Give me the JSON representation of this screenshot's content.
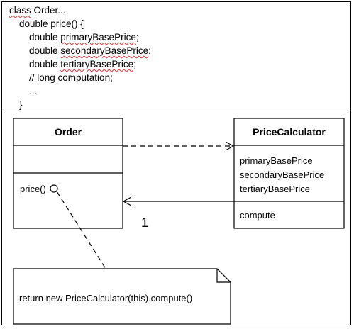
{
  "code": {
    "lines": [
      {
        "indent": 0,
        "parts": [
          {
            "t": "class",
            "sq": true
          },
          {
            "t": " Order..."
          }
        ]
      },
      {
        "indent": 1,
        "parts": [
          {
            "t": "double price() {"
          }
        ]
      },
      {
        "indent": 2,
        "parts": [
          {
            "t": "double "
          },
          {
            "t": "primaryBasePrice",
            "sq": true
          },
          {
            "t": ";"
          }
        ]
      },
      {
        "indent": 2,
        "parts": [
          {
            "t": "double "
          },
          {
            "t": "secondaryBasePrice",
            "sq": true
          },
          {
            "t": ";"
          }
        ]
      },
      {
        "indent": 2,
        "parts": [
          {
            "t": "double "
          },
          {
            "t": "tertiaryBasePrice",
            "sq": true
          },
          {
            "t": ";"
          }
        ]
      },
      {
        "indent": 2,
        "parts": [
          {
            "t": "// long computation;"
          }
        ]
      },
      {
        "indent": 2,
        "parts": [
          {
            "t": "..."
          }
        ]
      },
      {
        "indent": 1,
        "parts": [
          {
            "t": "}"
          }
        ]
      }
    ]
  },
  "diagram": {
    "order_class": {
      "name": "Order",
      "attributes": [],
      "methods": [
        "price()"
      ]
    },
    "price_calculator_class": {
      "name": "PriceCalculator",
      "attributes": [
        "primaryBasePrice",
        "secondaryBasePrice",
        "tertiaryBasePrice"
      ],
      "methods": [
        "compute"
      ]
    },
    "association_multiplicity": "1",
    "note_text": "return new PriceCalculator(this).compute()"
  }
}
